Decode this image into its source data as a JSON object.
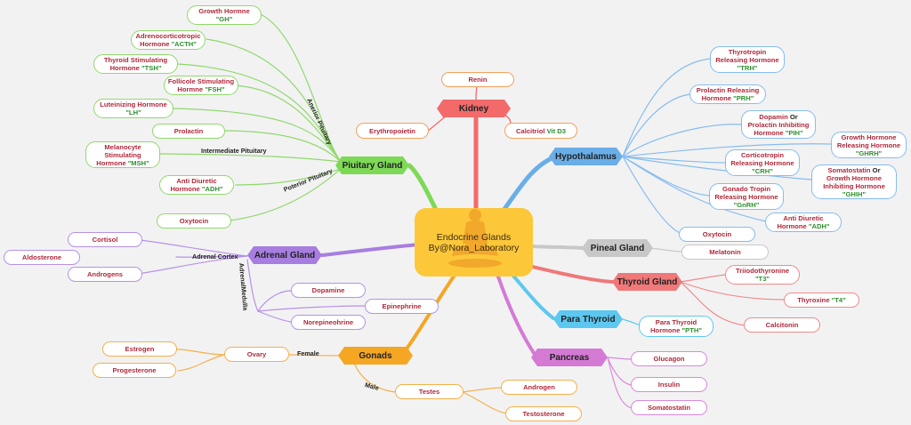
{
  "center": {
    "line1": "Endocrine Glands",
    "line2": "By@Nora_Laboratory"
  },
  "colors": {
    "pituitary": "#7ed957",
    "hypothalamus": "#6aaee8",
    "kidney": "#f06a6a",
    "adrenal": "#a77ee0",
    "pineal": "#c8c8c8",
    "thyroid": "#f07878",
    "parathyroid": "#5cc8ef",
    "pancreas": "#d47ad4",
    "gonads": "#f5a623"
  },
  "hubs": {
    "kidney": "Kidney",
    "pituitary": "Piuitary Gland",
    "hypothalamus": "Hypothalamus",
    "adrenal": "Adrenal Gland",
    "pineal": "Pineal Gland",
    "thyroid": "Thyroid Gland",
    "parathyroid": "Para Thyroid",
    "pancreas": "Pancreas",
    "gonads": "Gonads"
  },
  "branch_labels": {
    "anterior": "Anerior Pituitary",
    "intermediate": "Intermediate Pituitary",
    "posterior": "Poterior Pituitary",
    "adrenal_cortex": "Adrenal Cortex",
    "adrenal_medulla": "AdrenalMedulla",
    "female": "Female",
    "male": "Male"
  },
  "kidney": {
    "renin": "Renin",
    "erythropoietin": "Erythropoietin",
    "calcitriol": {
      "a": "Calcitriol ",
      "b": "Vit D3"
    }
  },
  "pituitary": {
    "gh": {
      "l1": "Growth Hormne",
      "l2": "\"GH\""
    },
    "acth": {
      "l1": "Adrenocorticotropic",
      "l2a": "Hormone ",
      "l2b": "\"ACTH\""
    },
    "tsh": {
      "l1": "Thyroid Stimulating",
      "l2a": "Hormone ",
      "l2b": "\"TSH\""
    },
    "fsh": {
      "l1": "Follicole Stimulating",
      "l2a": "Hormne ",
      "l2b": "\"FSH\""
    },
    "lh": {
      "l1": "Luteinizing Hormone",
      "l2": "\"LH\""
    },
    "prolactin": "Prolactin",
    "msh": {
      "l1": "Melanocyte",
      "l2": "Stimulating",
      "l3a": "Hormone ",
      "l3b": "\"MSH\""
    },
    "adh": {
      "l1": "Anti Diuretic",
      "l2a": "Hormone ",
      "l2b": "\"ADH\""
    },
    "oxytocin": "Oxytocin"
  },
  "hypothalamus": {
    "trh": {
      "l1": "Thyrotropin",
      "l2": "Releasing Hormone",
      "l3": "\"TRH\""
    },
    "prh": {
      "l1": "Prolactin Releasing",
      "l2a": "Hormone ",
      "l2b": "\"PRH\""
    },
    "pih": {
      "l1a": "Dopamin ",
      "l1b": "Or",
      "l2": "Prolactin Inhibiting",
      "l3a": "Hormone ",
      "l3b": "\"PIH\""
    },
    "ghrh": {
      "l1": "Growth Hormone",
      "l2": "Releasing Hormone",
      "l3": "\"GHRH\""
    },
    "crh": {
      "l1": "Corticotropin",
      "l2": "Releasing Hormone",
      "l3": "\"CRH\""
    },
    "ghih": {
      "l1a": "Somatostatin ",
      "l1b": "Or",
      "l2": "Growth Hormone",
      "l3": "Inhibiting Hormone",
      "l4": "\"GHIH\""
    },
    "gnrh": {
      "l1": "Gonado Tropin",
      "l2": "Releasing Hormone",
      "l3": "\"GnRH\""
    },
    "adh": {
      "l1": "Anti Diuretic",
      "l2a": "Hormone ",
      "l2b": "\"ADH\""
    },
    "oxytocin": "Oxytocin"
  },
  "pineal": {
    "melatonin": "Melatonin"
  },
  "thyroid": {
    "t3": {
      "l1": "Triiodothyronine",
      "l2": "\"T3\""
    },
    "t4": {
      "a": "Thyroxine ",
      "b": "\"T4\""
    },
    "calcitonin": "Calcitonin"
  },
  "parathyroid": {
    "pth": {
      "l1": "Para Thyroid",
      "l2a": "Hormone ",
      "l2b": "\"PTH\""
    }
  },
  "pancreas": {
    "glucagon": "Glucagon",
    "insulin": "Insulin",
    "somatostatin": "Somatostatin"
  },
  "adrenal": {
    "cortisol": "Cortisol",
    "aldosterone": "Aldosterone",
    "androgens": "Androgens",
    "dopamine": "Dopamine",
    "epinephrine": "Epinephrine",
    "norepinephrine": "Norepineohrine"
  },
  "gonads": {
    "ovary": "Ovary",
    "testes": "Testes",
    "estrogen": "Estrogen",
    "progesterone": "Progesterone",
    "androgen": "Androgen",
    "testosterone": "Testosterone"
  }
}
